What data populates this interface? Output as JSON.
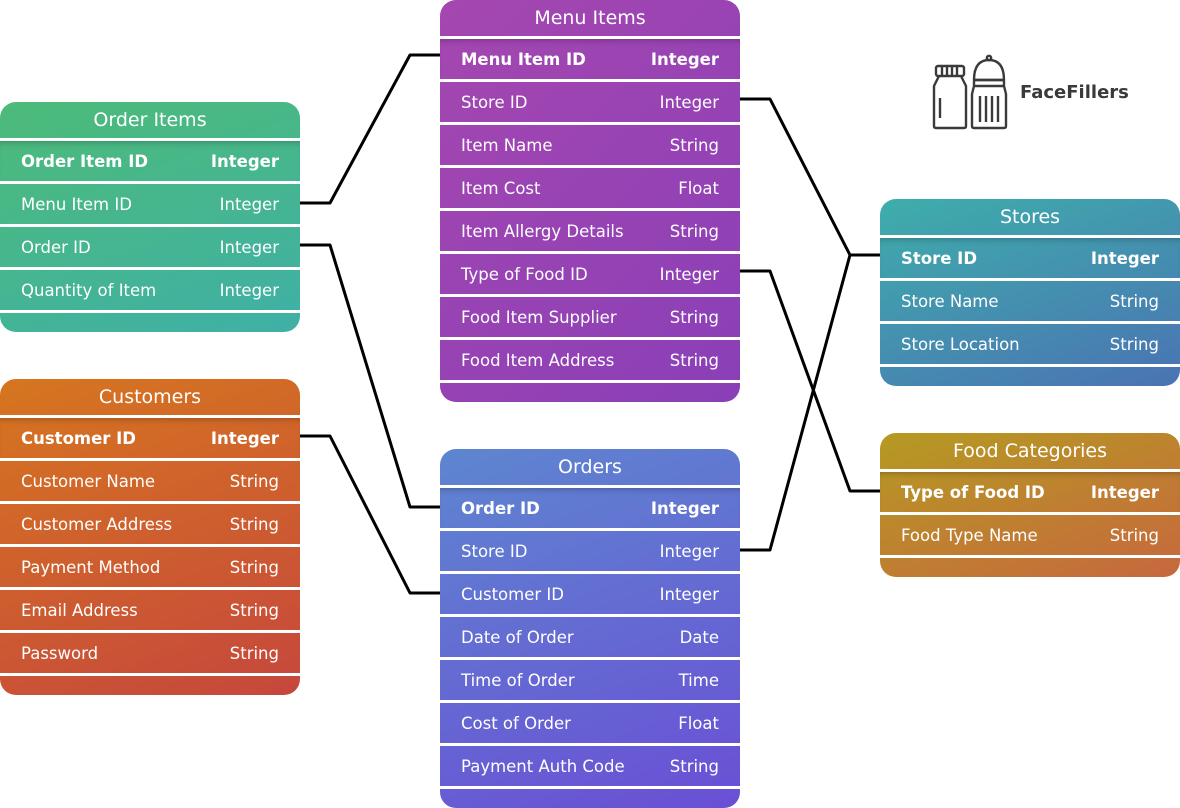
{
  "brand": {
    "name": "FaceFillers",
    "icon": "salt-pepper-shakers-icon"
  },
  "tables": {
    "menu_items": {
      "title": "Menu Items",
      "rows": [
        {
          "name": "Menu Item ID",
          "type": "Integer"
        },
        {
          "name": "Store ID",
          "type": "Integer"
        },
        {
          "name": "Item Name",
          "type": "String"
        },
        {
          "name": "Item Cost",
          "type": "Float"
        },
        {
          "name": "Item Allergy Details",
          "type": "String"
        },
        {
          "name": "Type of Food ID",
          "type": "Integer"
        },
        {
          "name": "Food Item Supplier",
          "type": "String"
        },
        {
          "name": "Food Item Address",
          "type": "String"
        }
      ]
    },
    "order_items": {
      "title": "Order Items",
      "rows": [
        {
          "name": "Order Item ID",
          "type": "Integer"
        },
        {
          "name": "Menu Item ID",
          "type": "Integer"
        },
        {
          "name": "Order ID",
          "type": "Integer"
        },
        {
          "name": "Quantity of Item",
          "type": "Integer"
        }
      ]
    },
    "customers": {
      "title": "Customers",
      "rows": [
        {
          "name": "Customer ID",
          "type": "Integer"
        },
        {
          "name": "Customer Name",
          "type": "String"
        },
        {
          "name": "Customer Address",
          "type": "String"
        },
        {
          "name": "Payment Method",
          "type": "String"
        },
        {
          "name": "Email Address",
          "type": "String"
        },
        {
          "name": "Password",
          "type": "String"
        }
      ]
    },
    "orders": {
      "title": "Orders",
      "rows": [
        {
          "name": "Order ID",
          "type": "Integer"
        },
        {
          "name": "Store ID",
          "type": "Integer"
        },
        {
          "name": "Customer ID",
          "type": "Integer"
        },
        {
          "name": "Date of Order",
          "type": "Date"
        },
        {
          "name": "Time of Order",
          "type": "Time"
        },
        {
          "name": "Cost of Order",
          "type": "Float"
        },
        {
          "name": "Payment Auth Code",
          "type": "String"
        }
      ]
    },
    "stores": {
      "title": "Stores",
      "rows": [
        {
          "name": "Store ID",
          "type": "Integer"
        },
        {
          "name": "Store Name",
          "type": "String"
        },
        {
          "name": "Store Location",
          "type": "String"
        }
      ]
    },
    "food_categories": {
      "title": "Food Categories",
      "rows": [
        {
          "name": "Type of Food ID",
          "type": "Integer"
        },
        {
          "name": "Food Type Name",
          "type": "String"
        }
      ]
    }
  },
  "colors": {
    "menu_items": "#9a43b4",
    "order_items": "#46b68f",
    "customers": "#cf5f2e",
    "orders": "#6468d2",
    "stores": "#4490ae",
    "food_categories": "#bd8330",
    "connector": "#000000"
  }
}
